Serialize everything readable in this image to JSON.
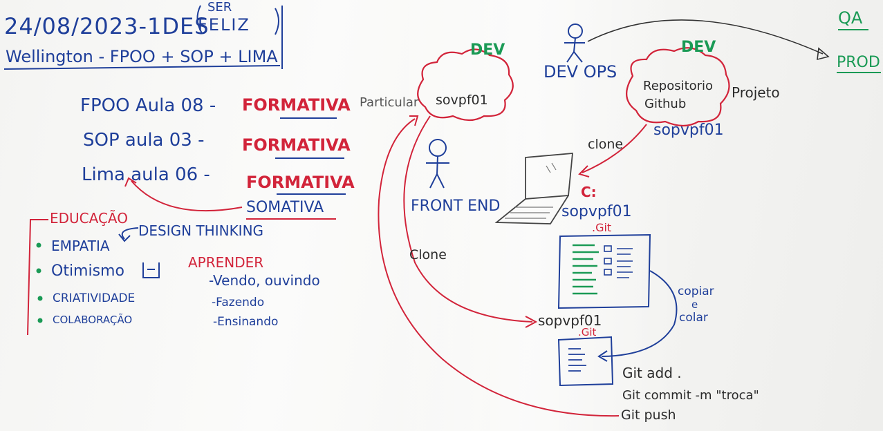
{
  "header": {
    "line1": "24/08/2023-1DES",
    "ser": "SER",
    "feliz": "FELIZ",
    "line2": "Wellington - FPOO + SOP + LIMA"
  },
  "schedule": [
    {
      "subject": "FPOO Aula 08 -",
      "tag": "FORMATIVA"
    },
    {
      "subject": "SOP aula 03 -",
      "tag": "FORMATIVA"
    },
    {
      "subject": "Lima aula 06 -",
      "tag": "FORMATIVA"
    }
  ],
  "somativa": "SOMATIVA",
  "educacao": {
    "title": "EDUCAÇÃO",
    "design_thinking": "DESIGN THINKING",
    "items": [
      "EMPATIA",
      "Otimismo",
      "CRIATIVIDADE",
      "COLABORAÇÃO"
    ]
  },
  "aprender": {
    "title": "APRENDER",
    "items": [
      "-Vendo, ouvindo",
      "-Fazendo",
      "-Ensinando"
    ]
  },
  "diagram": {
    "dev_left": "DEV",
    "dev_right": "DEV",
    "particular": "Particular",
    "sopvpf01_cloud": "sovpf01",
    "devops": "DEV OPS",
    "repo_line1": "Repositorio",
    "repo_line2": "Github",
    "projeto": "Projeto",
    "repo_name": "sopvpf01",
    "clone_top": "clone",
    "frontend": "FRONT END",
    "drive": "C:",
    "local_folder": "sopvpf01",
    "git_top": ".Git",
    "clone_left": "Clone",
    "copiar": "copiar",
    "e": "e",
    "colar": "colar",
    "local_folder2": "sopvpf01",
    "git_bottom": ".Git",
    "cmd_add": "Git add .",
    "cmd_commit": "Git commit -m \"troca\"",
    "cmd_push": "Git push",
    "qa": "QA",
    "prod": "PROD"
  },
  "colors": {
    "blue_ink": "#1f3f9a",
    "red_ink": "#d2243a",
    "green_ink": "#1a9a55",
    "black_ink": "#2b2b2b"
  }
}
